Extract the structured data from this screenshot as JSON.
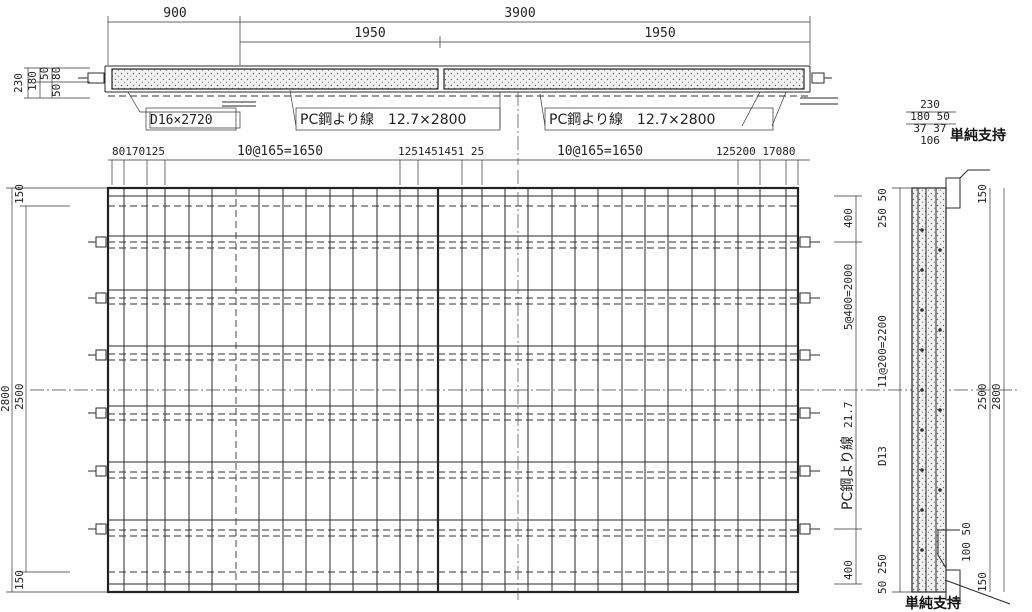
{
  "plan_dims": {
    "top_left": "900",
    "top_total": "3900",
    "half_left": "1950",
    "half_right": "1950",
    "spacing_left": "10@165=1650",
    "spacing_right": "10@165=1650",
    "bar_offsets_left": "80170125",
    "bar_offsets_mid": "1251451451 25",
    "bar_offsets_right": "125200 17080"
  },
  "section_labels": {
    "anchor_bar": "D16×2720",
    "strand_left": "PC鋼より線　12.7×2800",
    "strand_right": "PC鋼より線　12.7×2800",
    "left_dims": [
      "230",
      "180",
      "50",
      "80",
      "50"
    ]
  },
  "vertical_dims": {
    "total": "2800",
    "inner": "2500",
    "top_edge": "150",
    "bottom_edge": "150",
    "right_top": "400",
    "right_mid": "5@400=2000",
    "right_spacing": "21.7",
    "right_strand": "PC鋼より線",
    "right_bottom": "400"
  },
  "side_section": {
    "top_width": "230",
    "sub_widths": "180 50",
    "sub_widths2": "37 37",
    "sub_width3": "106",
    "support_top": "単純支持",
    "support_bottom": "単純支持",
    "dim_top": "250 50",
    "dim_mid": "11@200=2200",
    "dim_bar": "D13",
    "dim_bottom": "50 250",
    "dim_bolt_top": "150",
    "dim_inner": "2500",
    "dim_outer": "2800",
    "dim_bolt_bottom": "150",
    "dim_small": "100 50"
  }
}
